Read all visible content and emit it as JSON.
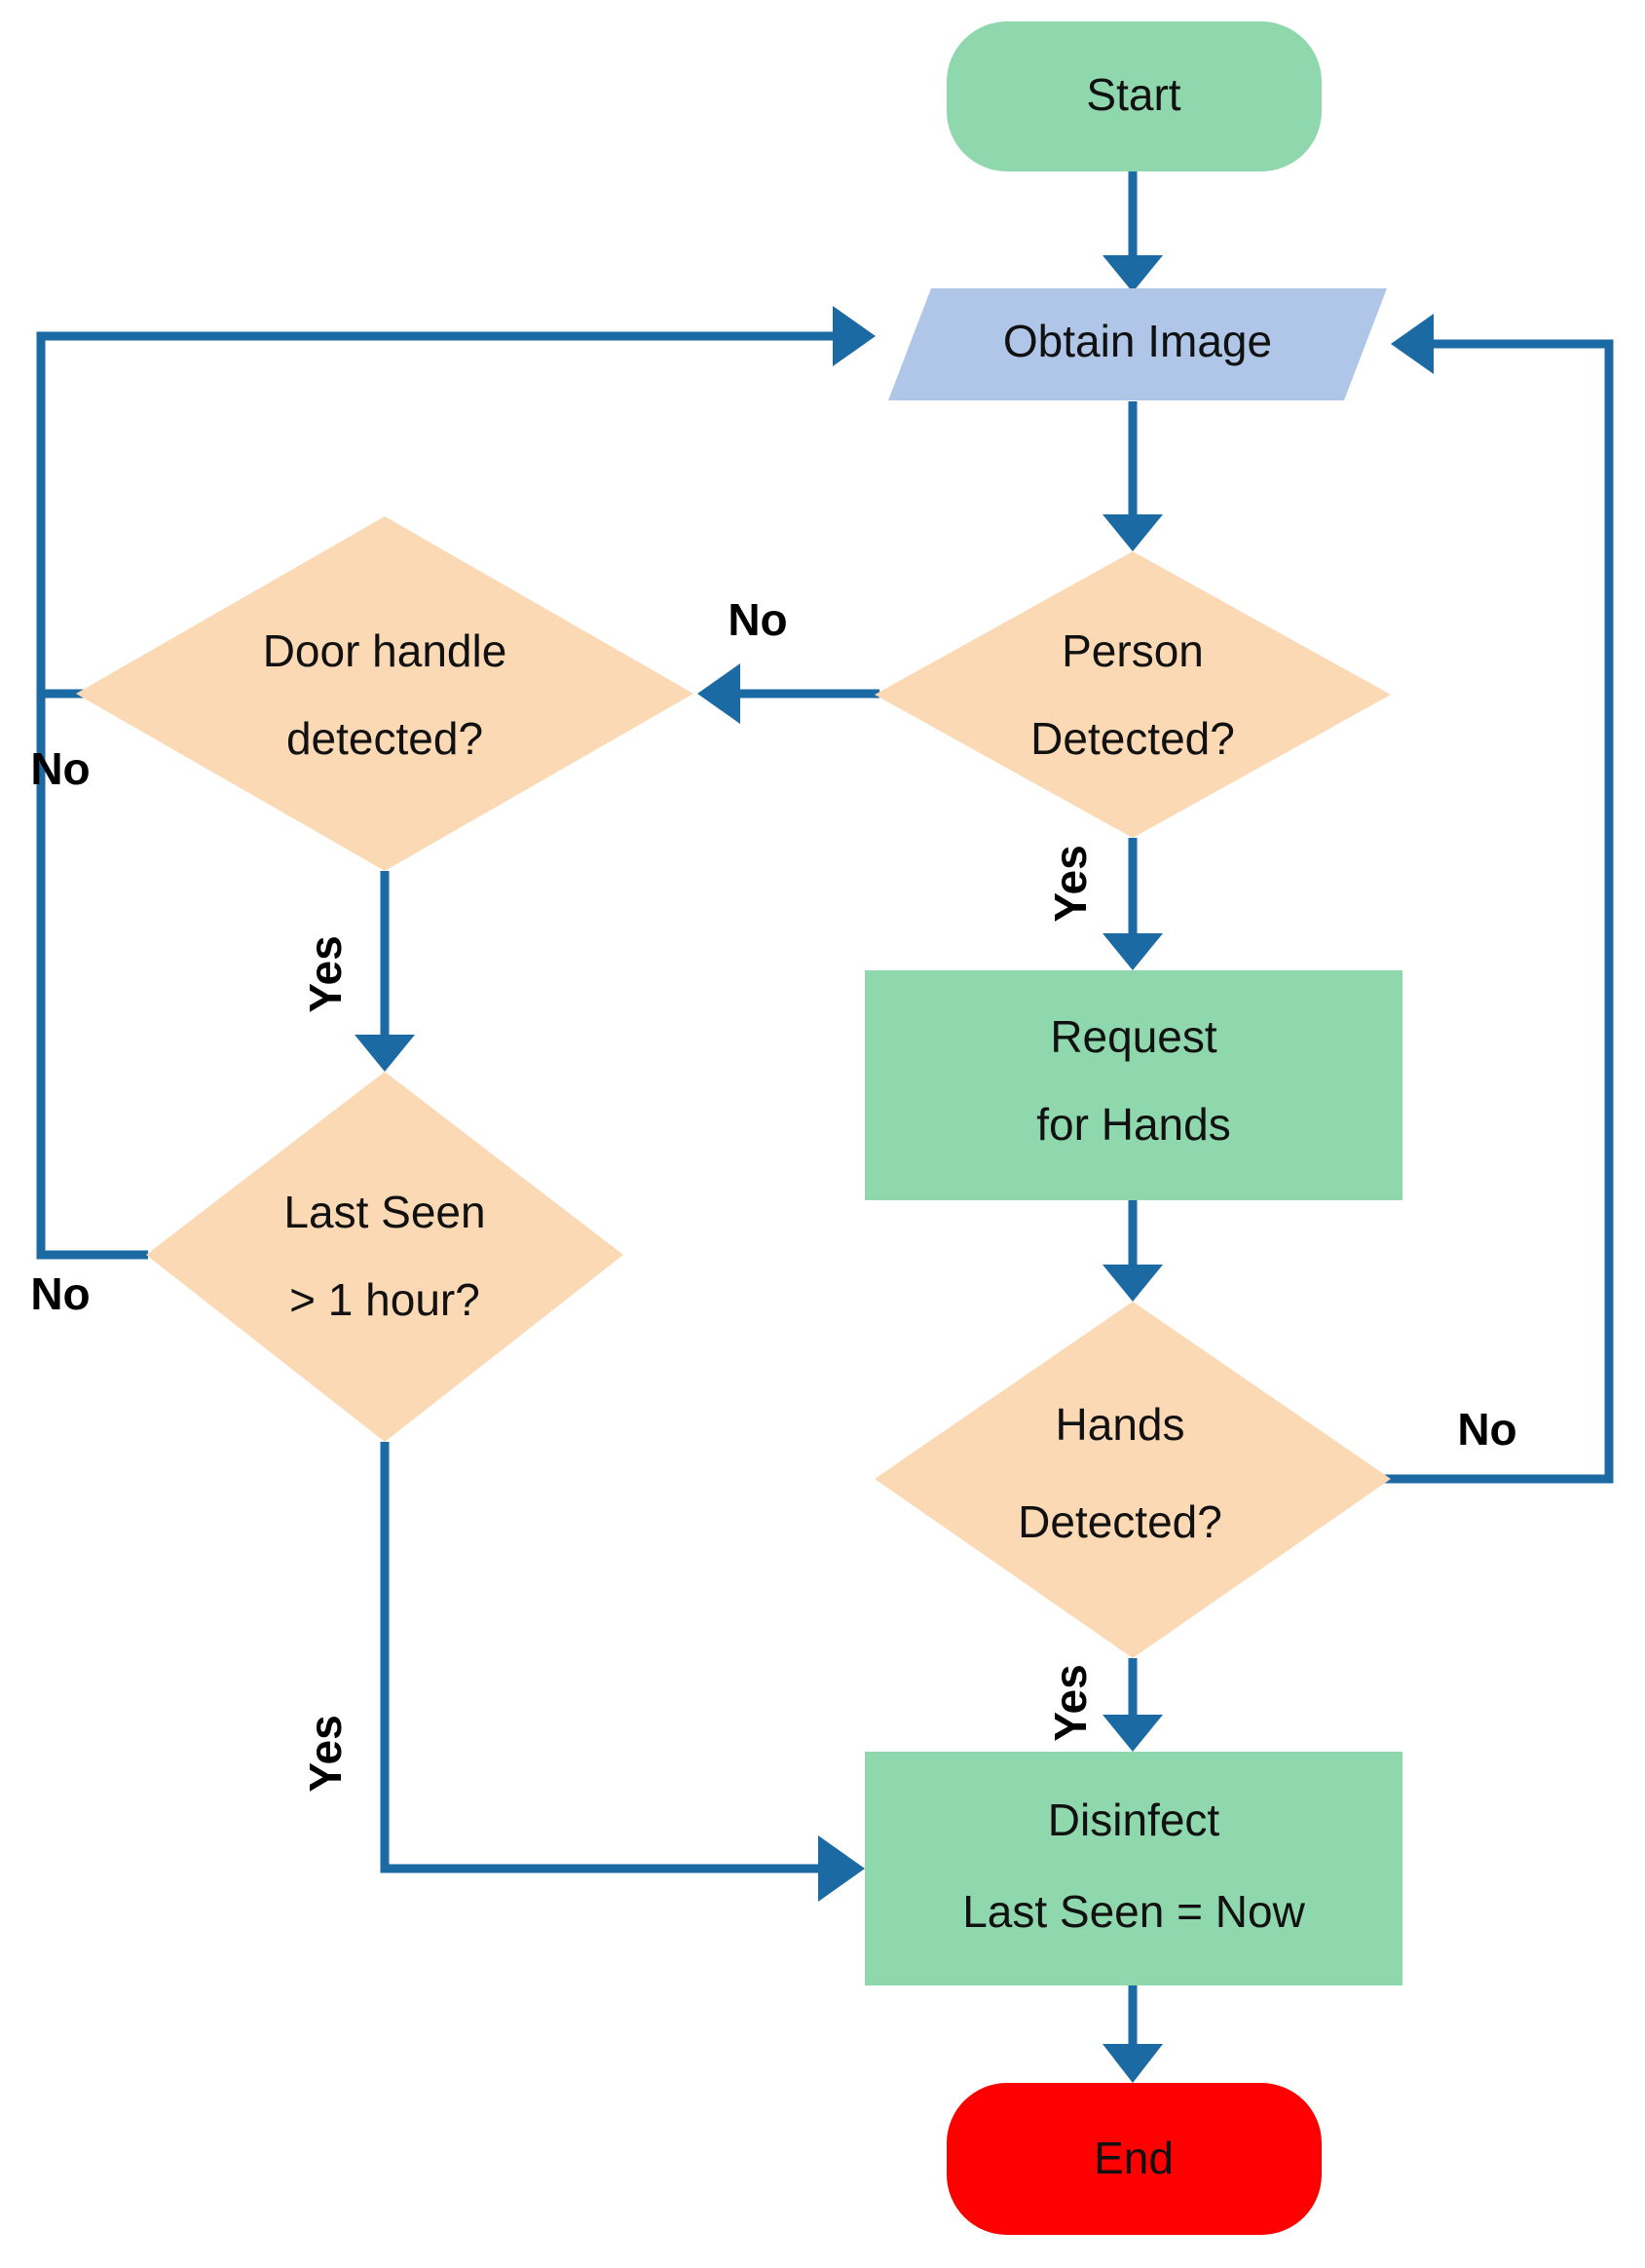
{
  "diagram": {
    "title": "Door handle disinfection decision flowchart",
    "background_color": "#ffffff",
    "connector_color": "#1C6AA3",
    "label_color": "#000000"
  },
  "colors": {
    "terminal_start": "#8FD8AE",
    "terminal_end": "#FF0000",
    "process": "#8FD8AE",
    "decision": "#FBD9B5",
    "io": "#AFC6E8",
    "connector": "#1C6AA3",
    "text": "#111111"
  },
  "nodes": {
    "start": {
      "id": "start",
      "label": "Start",
      "shape": "rounded-terminal",
      "fill": "#8FD8AE"
    },
    "obtain_image": {
      "id": "obtain_image",
      "label": "Obtain Image",
      "shape": "parallelogram",
      "fill": "#AFC6E8"
    },
    "person_detected": {
      "id": "person_detected",
      "label_line1": "Person",
      "label_line2": "Detected?",
      "shape": "diamond",
      "fill": "#FBD9B5"
    },
    "door_handle_detected": {
      "id": "door_handle_detected",
      "label_line1": "Door handle",
      "label_line2": "detected?",
      "shape": "diamond",
      "fill": "#FBD9B5"
    },
    "last_seen": {
      "id": "last_seen",
      "label_line1": "Last Seen",
      "label_line2": "> 1 hour?",
      "shape": "diamond",
      "fill": "#FBD9B5"
    },
    "request_for_hands": {
      "id": "request_for_hands",
      "label_line1": "Request",
      "label_line2": "for Hands",
      "shape": "rectangle",
      "fill": "#8FD8AE"
    },
    "hands_detected": {
      "id": "hands_detected",
      "label_line1": "Hands",
      "label_line2": "Detected?",
      "shape": "diamond",
      "fill": "#FBD9B5"
    },
    "disinfect": {
      "id": "disinfect",
      "label_line1": "Disinfect",
      "label_line2": "Last Seen = Now",
      "shape": "rectangle",
      "fill": "#8FD8AE"
    },
    "end": {
      "id": "end",
      "label": "End",
      "shape": "rounded-terminal",
      "fill": "#FF0000"
    }
  },
  "edge_labels": {
    "person_no": "No",
    "person_yes": "Yes",
    "door_handle_no": "No",
    "door_handle_yes": "Yes",
    "last_seen_no": "No",
    "last_seen_yes": "Yes",
    "hands_no": "No",
    "hands_yes": "Yes"
  },
  "edges": [
    {
      "from": "start",
      "to": "obtain_image",
      "label": ""
    },
    {
      "from": "obtain_image",
      "to": "person_detected",
      "label": ""
    },
    {
      "from": "person_detected",
      "to": "door_handle_detected",
      "label": "No"
    },
    {
      "from": "person_detected",
      "to": "request_for_hands",
      "label": "Yes"
    },
    {
      "from": "door_handle_detected",
      "to": "obtain_image",
      "label": "No"
    },
    {
      "from": "door_handle_detected",
      "to": "last_seen",
      "label": "Yes"
    },
    {
      "from": "last_seen",
      "to": "obtain_image",
      "label": "No"
    },
    {
      "from": "last_seen",
      "to": "disinfect",
      "label": "Yes"
    },
    {
      "from": "request_for_hands",
      "to": "hands_detected",
      "label": ""
    },
    {
      "from": "hands_detected",
      "to": "obtain_image",
      "label": "No"
    },
    {
      "from": "hands_detected",
      "to": "disinfect",
      "label": "Yes"
    },
    {
      "from": "disinfect",
      "to": "end",
      "label": ""
    }
  ]
}
